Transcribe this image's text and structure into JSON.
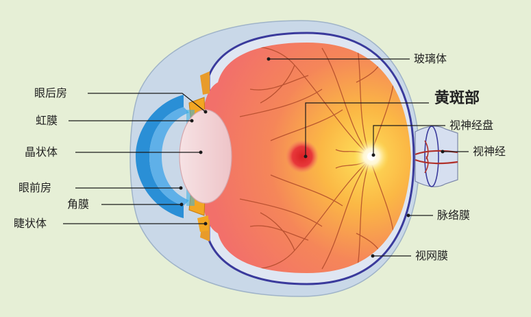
{
  "labels": {
    "posterior_chamber": "眼后房",
    "iris": "虹膜",
    "lens": "晶状体",
    "anterior_chamber": "眼前房",
    "cornea": "角膜",
    "ciliary_body": "睫状体",
    "vitreous": "玻璃体",
    "macula": "黄斑部",
    "optic_disc": "视神经盘",
    "optic_nerve": "视神经",
    "choroid": "脉络膜",
    "retina": "视网膜"
  },
  "colors": {
    "background": "#e6efd6",
    "sclera": "#c9d8e8",
    "choroid": "#3a3a9c",
    "retina_red": "#f2706a",
    "retina_yellow": "#fbd54b",
    "macula": "#e0282c",
    "cornea_blue": "#2a8fd6",
    "iris": "#f2a623",
    "lens": "#f2cdd0",
    "blood_vessel": "#b04a2a",
    "leader": "#1a1a1a"
  }
}
